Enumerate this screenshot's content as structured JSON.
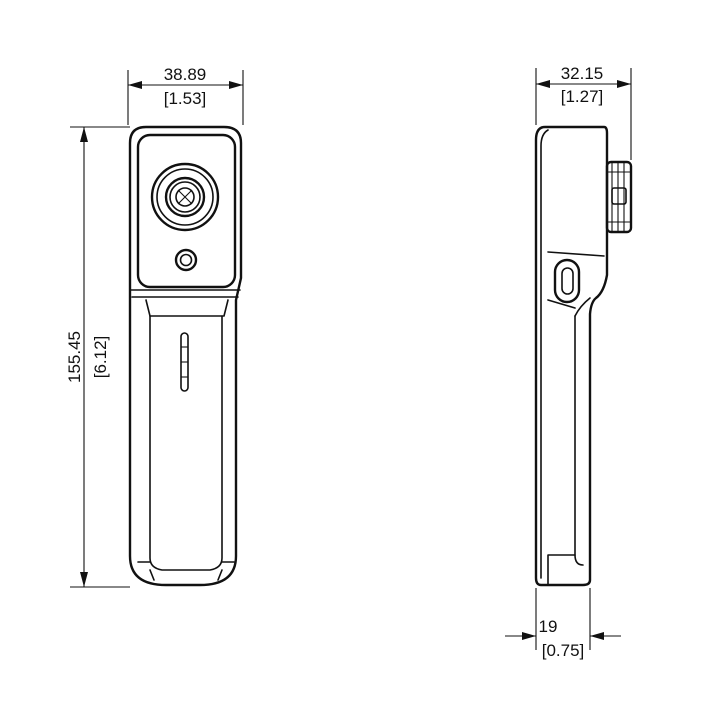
{
  "front_view": {
    "width_dimension": {
      "value": "38.89",
      "imperial": "[1.53]"
    },
    "height_dimension": {
      "value": "155.45",
      "imperial": "[6.12]"
    }
  },
  "side_view": {
    "depth_dimension": {
      "value": "32.15",
      "imperial": "[1.27]"
    },
    "grip_dimension": {
      "value": "19",
      "imperial": "[0.75]"
    }
  }
}
